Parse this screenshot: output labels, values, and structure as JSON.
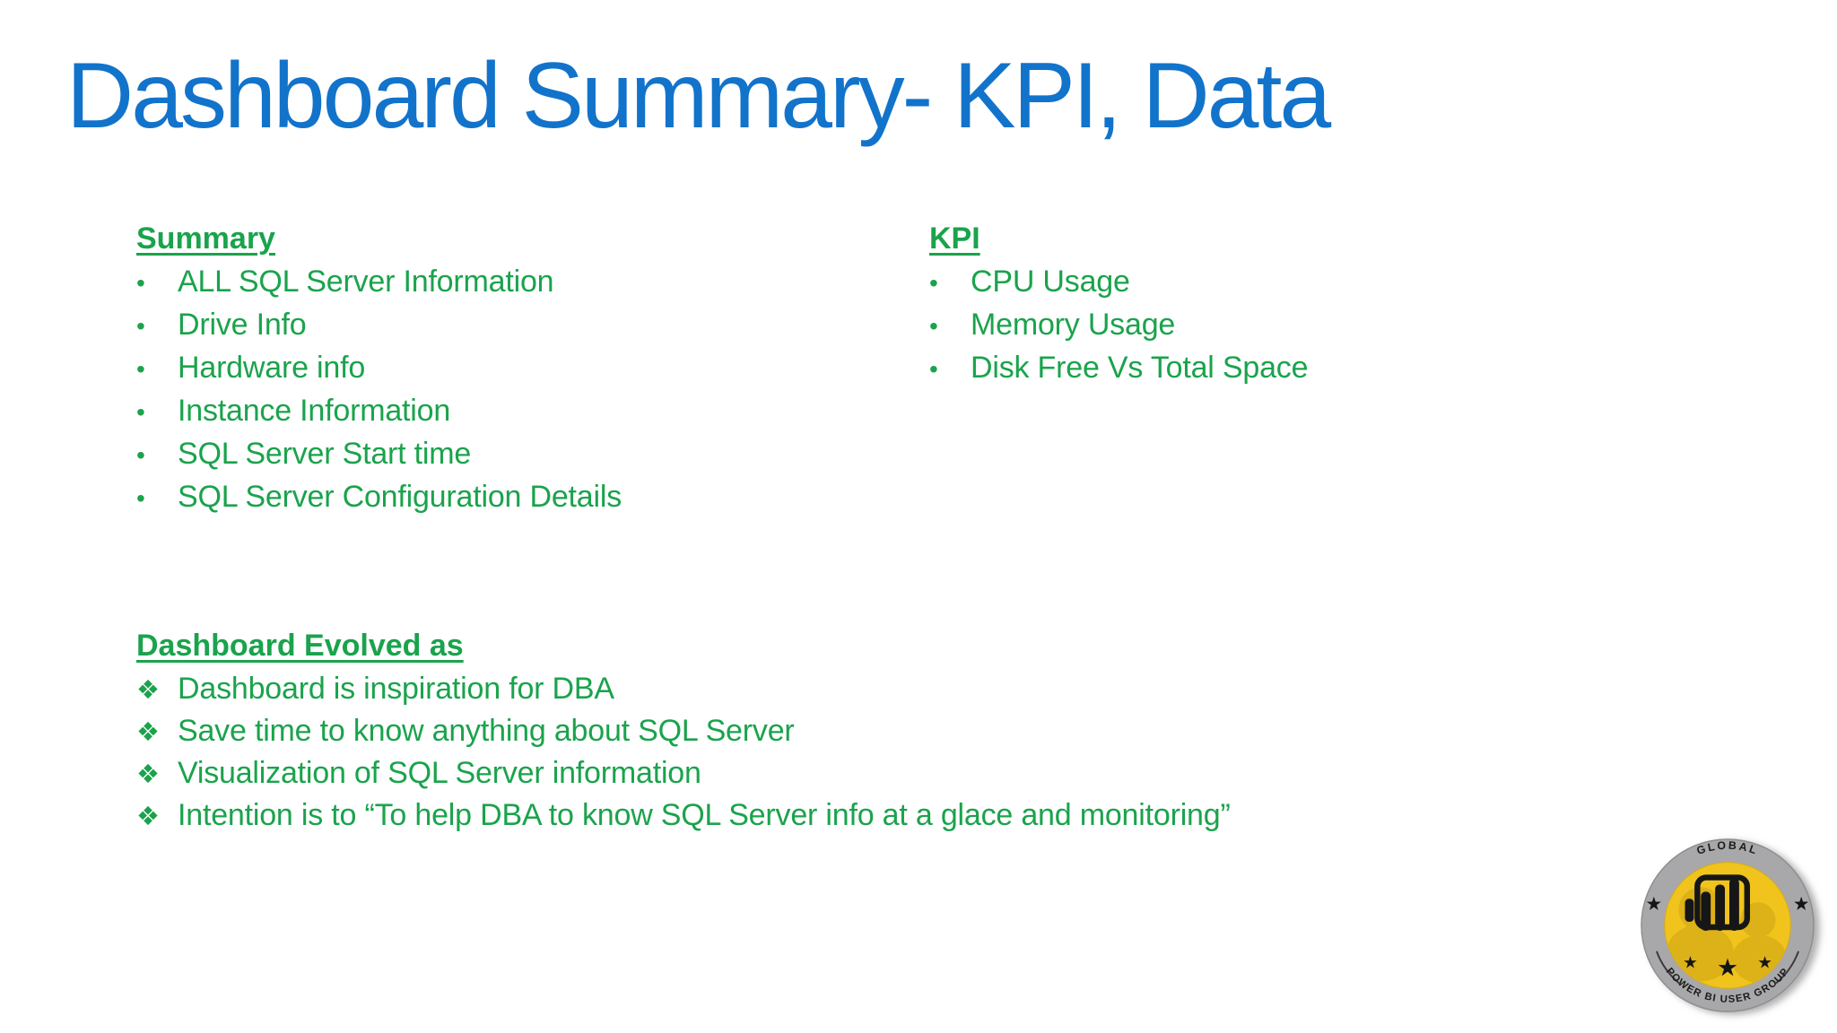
{
  "slide": {
    "title": "Dashboard Summary- KPI, Data"
  },
  "sections": {
    "summary": {
      "heading": "Summary",
      "items": [
        "ALL SQL Server Information",
        "Drive Info",
        "Hardware info",
        "Instance Information",
        "SQL Server Start time",
        "SQL Server Configuration Details"
      ]
    },
    "kpi": {
      "heading": "KPI",
      "items": [
        "CPU Usage",
        "Memory Usage",
        "Disk Free Vs Total Space"
      ]
    },
    "evolved": {
      "heading": "Dashboard Evolved as",
      "items": [
        "Dashboard is inspiration for DBA",
        "Save time to know anything about SQL Server",
        "Visualization of SQL Server information",
        "Intention is to “To help DBA to know SQL Server info at a glace and monitoring”"
      ]
    }
  },
  "glyphs": {
    "dot_bullet": "•",
    "diamond_bullet": "❖"
  },
  "badge": {
    "top_text": "GLOBAL",
    "bottom_text": "POWER BI USER GROUP"
  },
  "colors": {
    "title_blue": "#1273cb",
    "text_green": "#1aa34c",
    "badge_ring_gray": "#a8a8aa",
    "badge_gold": "#f0c41c",
    "badge_ink": "#1b1b1b"
  }
}
